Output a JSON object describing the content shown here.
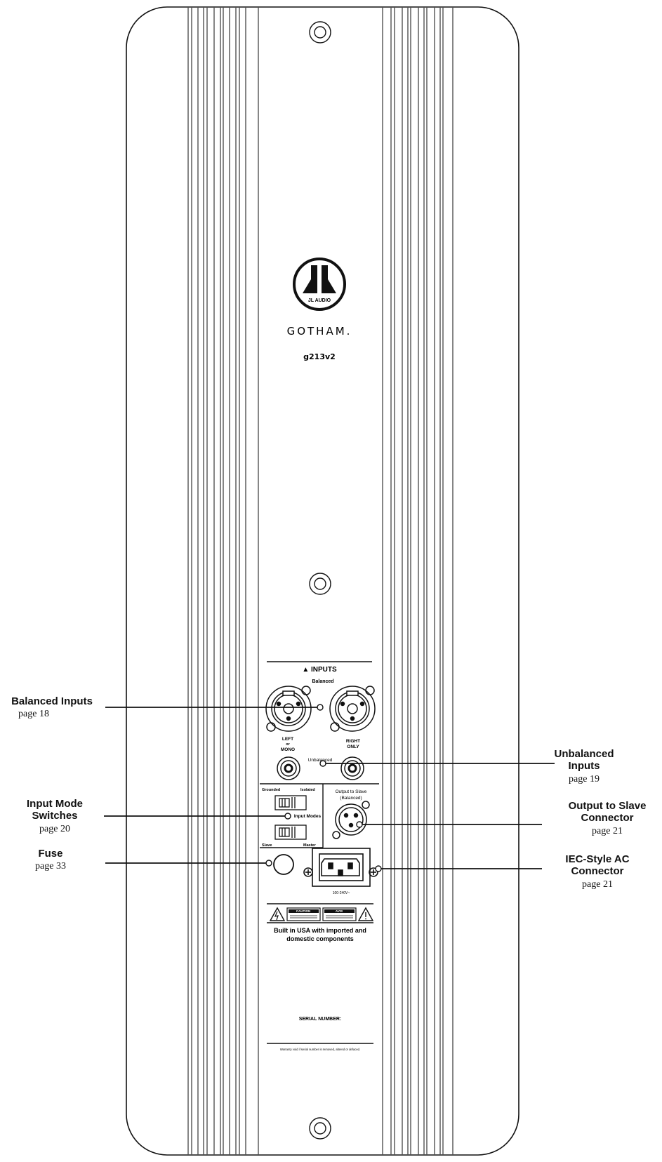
{
  "panel": {
    "brand_logo_text": "JL AUDIO",
    "product_name": "GOTHAM.",
    "model": "g213v2",
    "inputs_header": "▲ INPUTS",
    "balanced_label": "Balanced",
    "left_label_1": "LEFT",
    "left_label_2": "or",
    "left_label_3": "MONO",
    "right_label_1": "RIGHT",
    "right_label_2": "ONLY",
    "unbalanced_label": "Unbalanced",
    "grounded_label": "Grounded",
    "isolated_label": "Isolated",
    "input_modes_label": "Input Modes",
    "slave_label": "Slave",
    "master_label": "Master",
    "output_slave_1": "Output to Slave",
    "output_slave_2": "(Balanced)",
    "iec_rating": "100-240V~",
    "caution_title": "CAUTION",
    "avis_title": "AVIS",
    "built_line_1": "Built in USA with imported and",
    "built_line_2": "domestic components",
    "serial_label": "SERIAL NUMBER:",
    "warranty_text": "Warranty void if serial number is removed, altered or defaced."
  },
  "callouts": {
    "balanced": {
      "title": "Balanced Inputs",
      "page": "page 18"
    },
    "unbalanced": {
      "title_1": "Unbalanced",
      "title_2": "Inputs",
      "page": "page 19"
    },
    "input_mode": {
      "title_1": "Input Mode",
      "title_2": "Switches",
      "page": "page 20"
    },
    "output_slave": {
      "title_1": "Output to Slave",
      "title_2": "Connector",
      "page": "page 21"
    },
    "fuse": {
      "title": "Fuse",
      "page": "page 33"
    },
    "iec": {
      "title_1": "IEC-Style AC",
      "title_2": "Connector",
      "page": "page 21"
    }
  },
  "colors": {
    "line": "#111111",
    "paper": "#ffffff"
  }
}
